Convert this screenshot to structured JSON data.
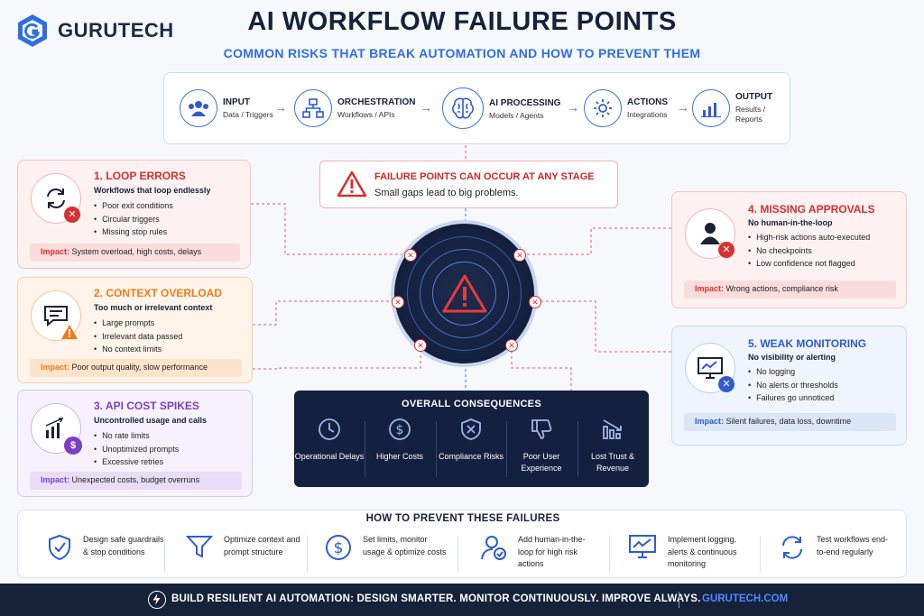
{
  "brand": {
    "name": "GURUTECH"
  },
  "header": {
    "title": "AI WORKFLOW FAILURE POINTS",
    "subtitle": "COMMON RISKS THAT BREAK AUTOMATION AND HOW TO PREVENT THEM"
  },
  "pipeline": [
    {
      "title": "INPUT",
      "sub": "Data / Triggers",
      "icon": "users-icon"
    },
    {
      "title": "ORCHESTRATION",
      "sub": "Workflows / APIs",
      "icon": "flowchart-icon"
    },
    {
      "title": "AI PROCESSING",
      "sub": "Models / Agents",
      "icon": "brain-icon"
    },
    {
      "title": "ACTIONS",
      "sub": "Integrations",
      "icon": "gear-icon"
    },
    {
      "title": "OUTPUT",
      "sub": "Results / Reports",
      "icon": "bar-chart-icon"
    }
  ],
  "banner": {
    "title": "FAILURE POINTS CAN OCCUR AT ANY STAGE",
    "subtitle": "Small gaps lead to big problems."
  },
  "failures": [
    {
      "title": "1. LOOP ERRORS",
      "subtitle": "Workflows that loop endlessly",
      "bullets": [
        "Poor exit conditions",
        "Circular triggers",
        "Missing stop rules"
      ],
      "impact_label": "Impact:",
      "impact": "System overload, high costs, delays",
      "color": "#d93030"
    },
    {
      "title": "2. CONTEXT OVERLOAD",
      "subtitle": "Too much or irrelevant context",
      "bullets": [
        "Large prompts",
        "Irrelevant data passed",
        "No context limits"
      ],
      "impact_label": "Impact:",
      "impact": "Poor output quality, slow performance",
      "color": "#ef7a1a"
    },
    {
      "title": "3. API COST SPIKES",
      "subtitle": "Uncontrolled usage and calls",
      "bullets": [
        "No rate limits",
        "Unoptimized prompts",
        "Excessive retries"
      ],
      "impact_label": "Impact:",
      "impact": "Unexpected costs, budget overruns",
      "color": "#7b3fc4"
    },
    {
      "title": "4. MISSING APPROVALS",
      "subtitle": "No human-in-the-loop",
      "bullets": [
        "High-risk actions auto-executed",
        "No checkpoints",
        "Low confidence not flagged"
      ],
      "impact_label": "Impact:",
      "impact": "Wrong actions, compliance risk",
      "color": "#d93030"
    },
    {
      "title": "5. WEAK MONITORING",
      "subtitle": "No visibility or alerting",
      "bullets": [
        "No logging",
        "No alerts or thresholds",
        "Failures go unnoticed"
      ],
      "impact_label": "Impact:",
      "impact": "Silent failures, data loss, downtime",
      "color": "#2f5bd0"
    }
  ],
  "consequences": {
    "title": "OVERALL CONSEQUENCES",
    "items": [
      {
        "label": "Operational Delays",
        "icon": "clock-icon"
      },
      {
        "label": "Higher Costs",
        "icon": "dollar-icon"
      },
      {
        "label": "Compliance Risks",
        "icon": "shield-x-icon"
      },
      {
        "label": "Poor User Experience",
        "icon": "thumbs-down-icon"
      },
      {
        "label": "Lost Trust & Revenue",
        "icon": "declining-chart-icon"
      }
    ]
  },
  "prevention": {
    "title": "HOW TO PREVENT THESE FAILURES",
    "items": [
      {
        "text": "Design safe guardrails & stop conditions",
        "icon": "shield-check-icon"
      },
      {
        "text": "Optimize context and prompt structure",
        "icon": "funnel-icon"
      },
      {
        "text": "Set limits, monitor usage & optimize costs",
        "icon": "dollar-circle-icon"
      },
      {
        "text": "Add human-in-the-loop for high risk actions",
        "icon": "user-check-icon"
      },
      {
        "text": "Implement logging, alerts & continuous monitoring",
        "icon": "monitor-chart-icon"
      },
      {
        "text": "Test workflows end-to-end regularly",
        "icon": "refresh-icon"
      }
    ]
  },
  "footer": {
    "tagline": "BUILD RESILIENT AI AUTOMATION: DESIGN SMARTER. MONITOR CONTINUOUSLY. IMPROVE ALWAYS.",
    "link": "GURUTECH.COM"
  }
}
